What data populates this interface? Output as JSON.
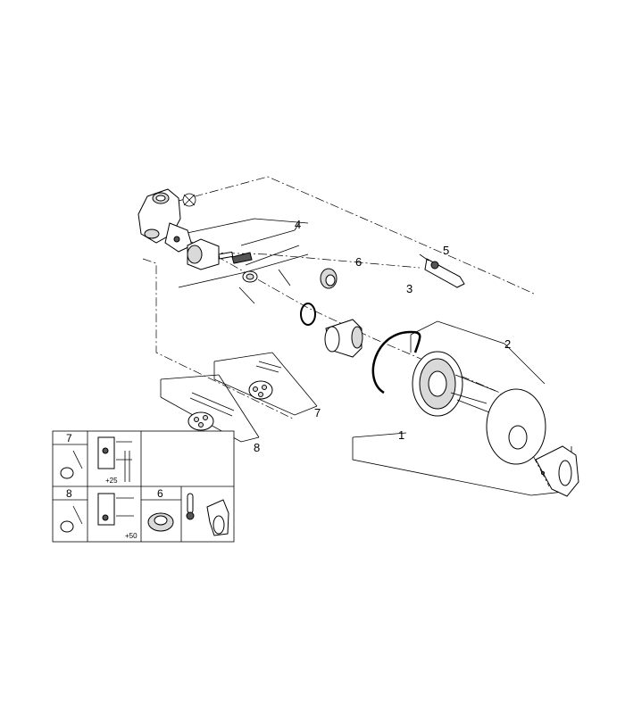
{
  "diagram": {
    "part_labels": {
      "p1": "1",
      "p2": "2",
      "p3": "3",
      "p4": "4",
      "p5": "5",
      "p6": "6",
      "p7": "7",
      "p8": "8"
    },
    "inset_table": {
      "row1_label": "7",
      "row2_label": "8",
      "row2_mid_label": "6",
      "dim_plus25": "+25",
      "dim_plus50": "+50"
    }
  }
}
